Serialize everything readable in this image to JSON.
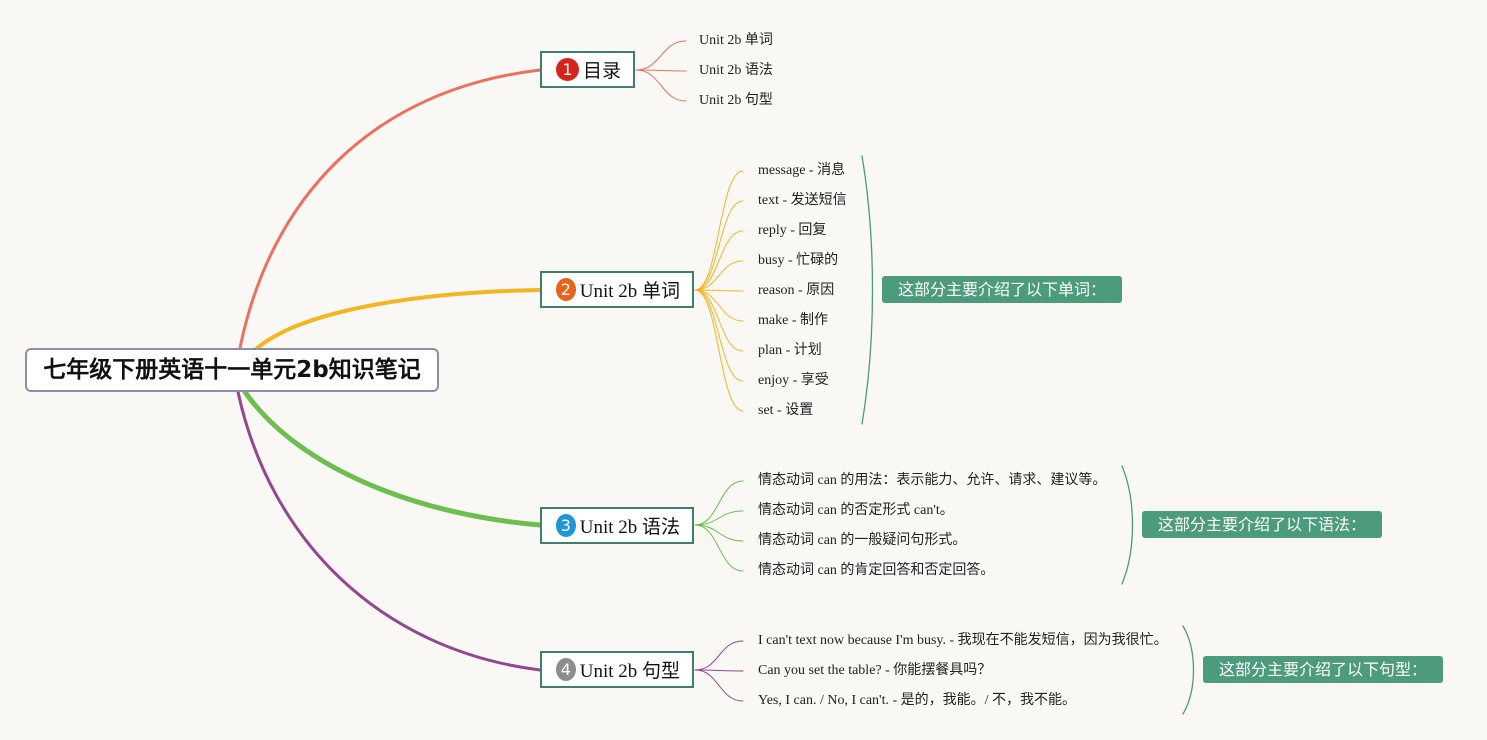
{
  "root": {
    "title": "七年级下册英语十一单元2b知识笔记"
  },
  "branches": [
    {
      "number": "1",
      "label": "目录",
      "color": "#ee6f5e",
      "badge_color": "#d6241c",
      "leaves": [
        "Unit 2b 单词",
        "Unit 2b 语法",
        "Unit 2b 句型"
      ]
    },
    {
      "number": "2",
      "label": "Unit 2b 单词",
      "color": "#f5b422",
      "badge_color": "#e7641b",
      "leaves": [
        "message - 消息",
        "text - 发送短信",
        "reply - 回复",
        "busy - 忙碌的",
        "reason - 原因",
        "make - 制作",
        "plan - 计划",
        "enjoy - 享受",
        "set - 设置"
      ],
      "summary": "这部分主要介绍了以下单词："
    },
    {
      "number": "3",
      "label": "Unit 2b 语法",
      "color": "#6cbf4f",
      "badge_color": "#1f95dc",
      "leaves": [
        "情态动词 can 的用法：表示能力、允许、请求、建议等。",
        "情态动词 can 的否定形式 can't。",
        "情态动词 can 的一般疑问句形式。",
        "情态动词 can 的肯定回答和否定回答。"
      ],
      "summary": "这部分主要介绍了以下语法："
    },
    {
      "number": "4",
      "label": "Unit 2b 句型",
      "color": "#944790",
      "badge_color": "#8d8d8d",
      "leaves": [
        "I can't text now because I'm busy. - 我现在不能发短信，因为我很忙。",
        "Can you set the table? - 你能摆餐具吗？",
        "Yes, I can. / No, I can't. - 是的，我能。/ 不，我不能。"
      ],
      "summary": "这部分主要介绍了以下句型："
    }
  ],
  "summary_color": "#4c9b7c",
  "brace_color": "#4c9b7c"
}
